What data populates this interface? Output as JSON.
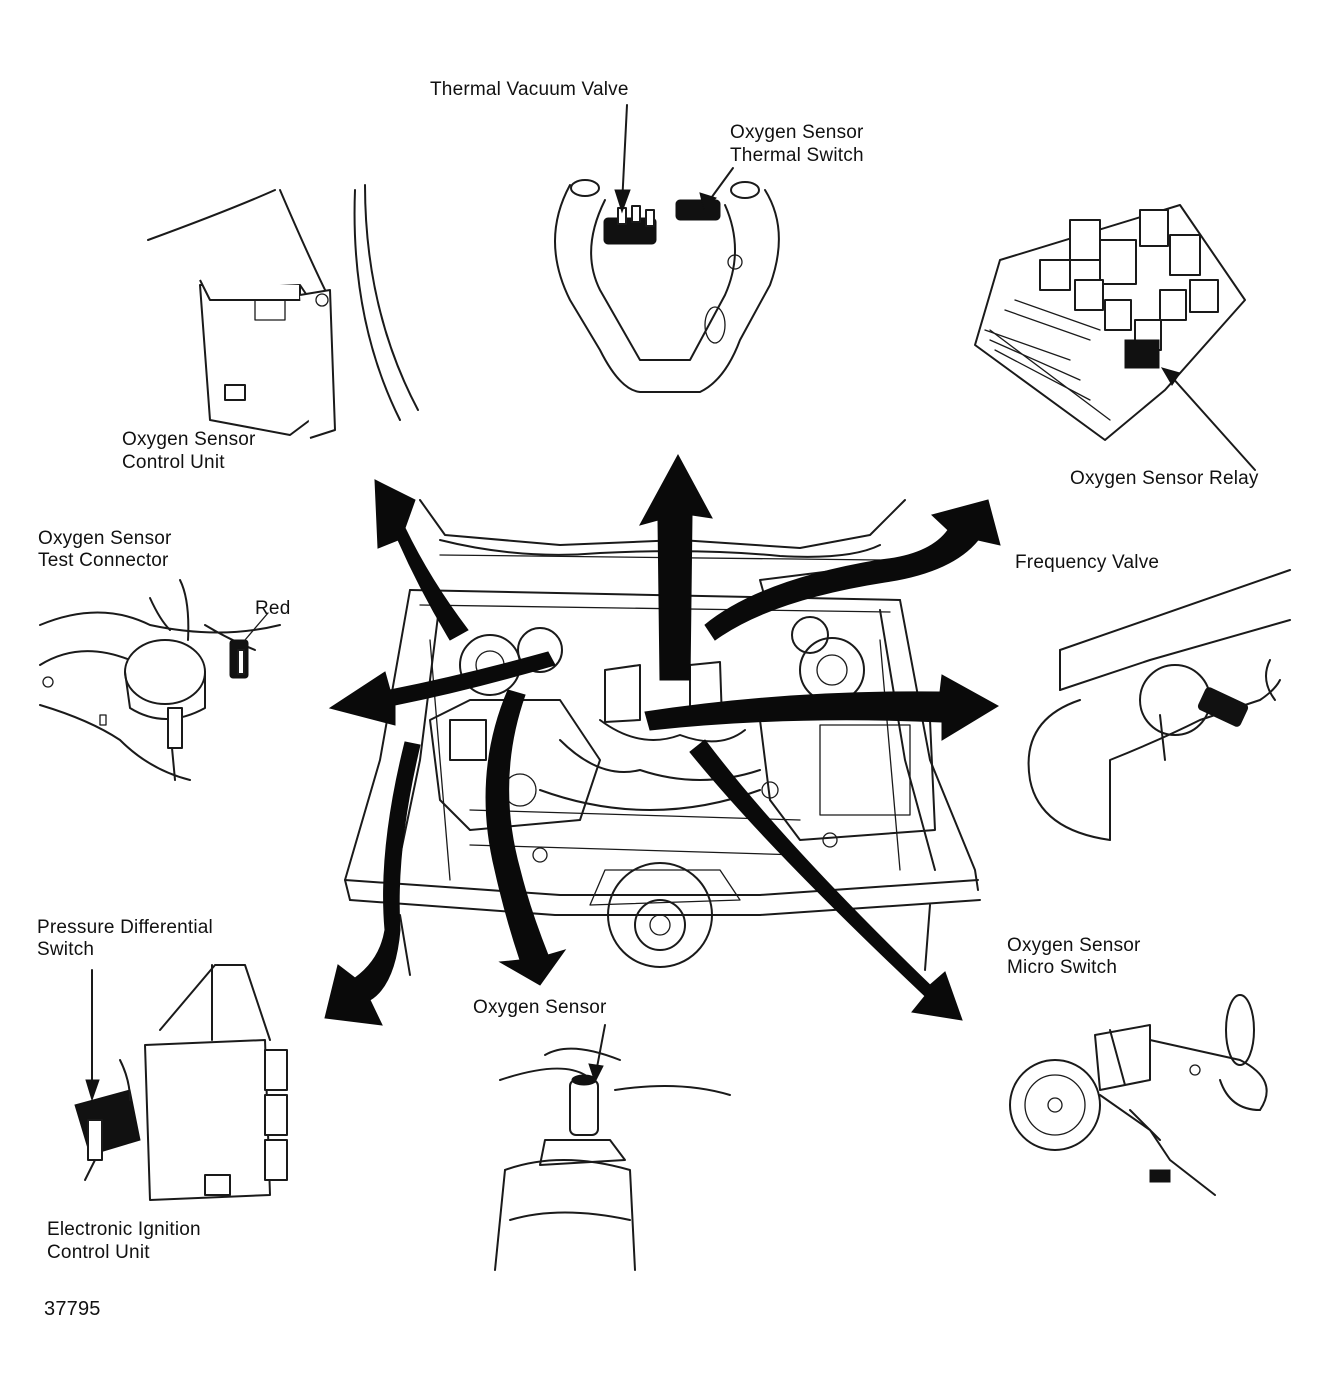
{
  "labels": {
    "thermal_vacuum_valve": "Thermal Vacuum Valve",
    "oxygen_sensor_thermal_switch_1": "Oxygen Sensor",
    "oxygen_sensor_thermal_switch_2": "Thermal Switch",
    "oxygen_sensor_control_unit_1": "Oxygen Sensor",
    "oxygen_sensor_control_unit_2": "Control Unit",
    "oxygen_sensor_relay": "Oxygen Sensor Relay",
    "oxygen_sensor_test_connector_1": "Oxygen Sensor",
    "oxygen_sensor_test_connector_2": "Test Connector",
    "red": "Red",
    "frequency_valve": "Frequency Valve",
    "pressure_differential_switch_1": "Pressure Differential",
    "pressure_differential_switch_2": "Switch",
    "oxygen_sensor": "Oxygen Sensor",
    "oxygen_sensor_micro_switch_1": "Oxygen Sensor",
    "oxygen_sensor_micro_switch_2": "Micro Switch",
    "electronic_ignition_control_unit_1": "Electronic Ignition",
    "electronic_ignition_control_unit_2": "Control Unit"
  },
  "figure_number": "37795",
  "colors": {
    "ink": "#111111",
    "paper": "#ffffff"
  }
}
